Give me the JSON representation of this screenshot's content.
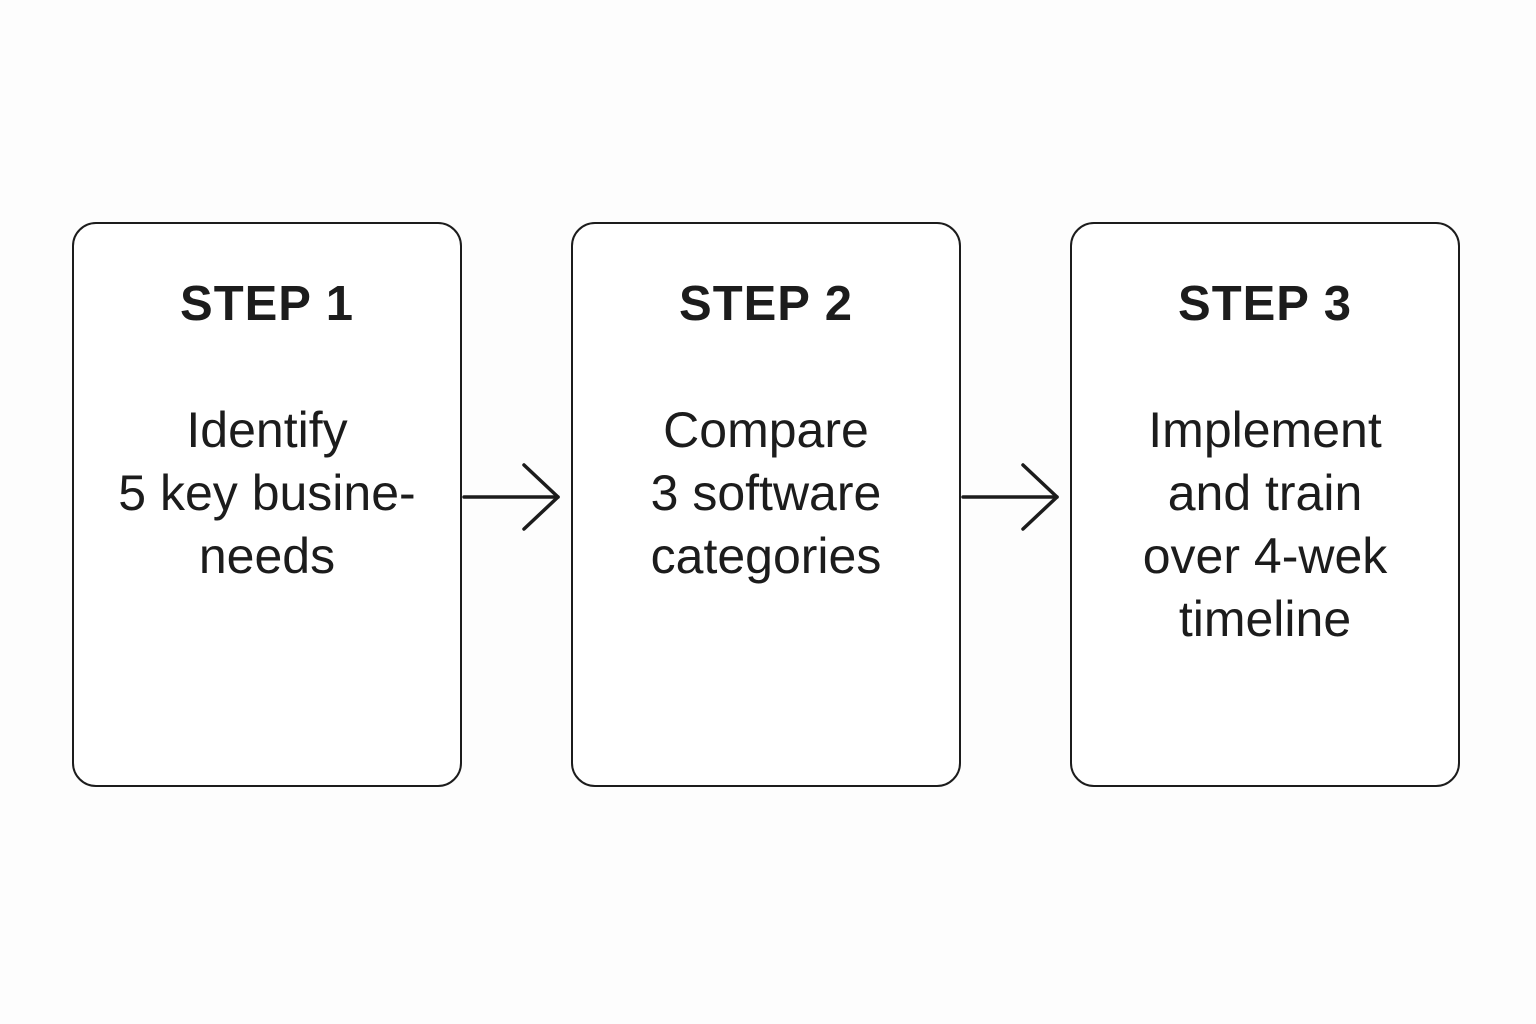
{
  "steps": [
    {
      "title": "STEP 1",
      "lines": [
        "Identify",
        "5 key busine-",
        "needs"
      ]
    },
    {
      "title": "STEP 2",
      "lines": [
        "Compare",
        "3 software",
        "categories"
      ]
    },
    {
      "title": "STEP 3",
      "lines": [
        "Implement",
        "and train",
        "over 4-wek",
        "timeline"
      ]
    }
  ],
  "colors": {
    "stroke": "#1c1c1c",
    "background": "#fdfdfd"
  },
  "icons": {
    "connector": "arrow-right-icon"
  }
}
